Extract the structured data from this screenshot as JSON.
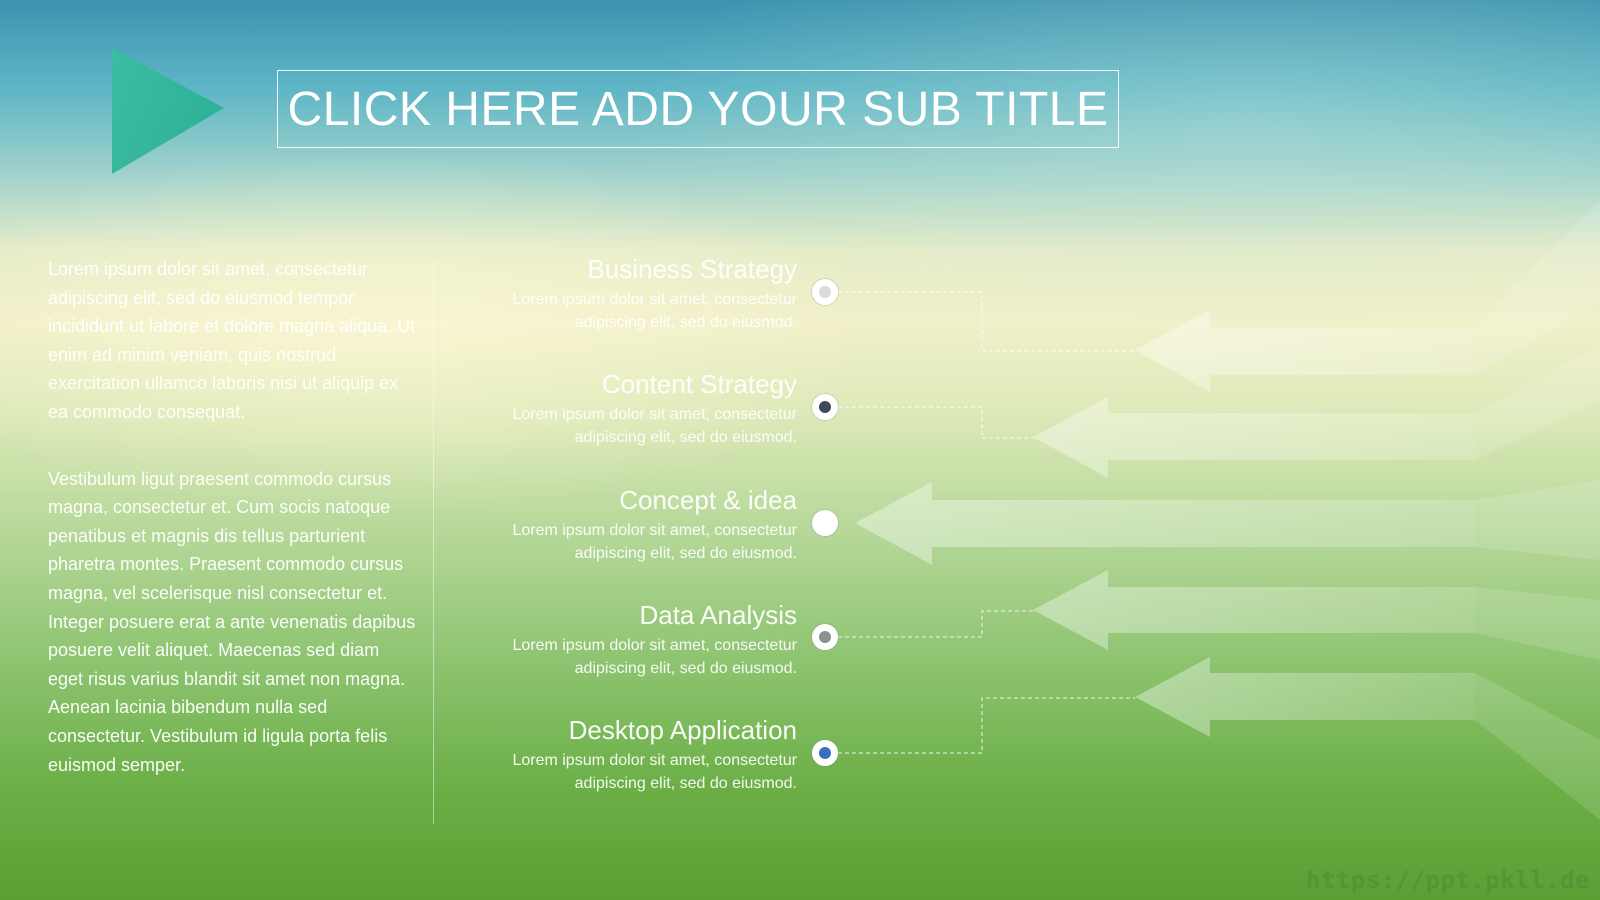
{
  "slide": {
    "subtitle": "CLICK HERE ADD YOUR SUB TITLE",
    "paragraphs": [
      "Lorem ipsum dolor sit amet, consectetur adipiscing elit, sed do eiusmod tempor incididunt ut labore et dolore magna aliqua. Ut enim ad minim veniam, quis nostrud exercitation ullamco laboris nisi ut aliquip ex ea commodo consequat.",
      "Vestibulum ligut praesent commodo cursus magna, consectetur et. Cum socis natoque penatibus et magnis dis tellus parturient pharetra montes. Praesent commodo cursus magna, vel scelerisque nisl consectetur et. Integer posuere erat a ante venenatis dapibus posuere velit aliquet. Maecenas sed diam eget risus varius blandit sit amet non magna. Aenean lacinia bibendum nulla sed consectetur. Vestibulum id ligula porta felis euismod semper."
    ],
    "items": [
      {
        "title": "Business Strategy",
        "description": "Lorem ipsum dolor sit amet, consectetur adipiscing elit, sed do eiusmod.",
        "marker_color": "#d8dcdc"
      },
      {
        "title": "Content Strategy",
        "description": "Lorem ipsum dolor sit amet, consectetur adipiscing elit, sed do eiusmod.",
        "marker_color": "#3e4a5c"
      },
      {
        "title": "Concept & idea",
        "description": "Lorem ipsum dolor sit amet, consectetur adipiscing elit, sed do eiusmod.",
        "marker_color": "#ffffff"
      },
      {
        "title": "Data Analysis",
        "description": "Lorem ipsum dolor sit amet, consectetur adipiscing elit, sed do eiusmod.",
        "marker_color": "#8c918f"
      },
      {
        "title": "Desktop Application",
        "description": "Lorem ipsum dolor sit amet, consectetur adipiscing elit, sed do eiusmod.",
        "marker_color": "#3a6fc0"
      }
    ],
    "watermark": "https://ppt.pkll.de"
  },
  "theme": {
    "accent": "#2fb89a",
    "text": "#ffffff"
  },
  "icons": {
    "play": "play-triangle-icon"
  }
}
